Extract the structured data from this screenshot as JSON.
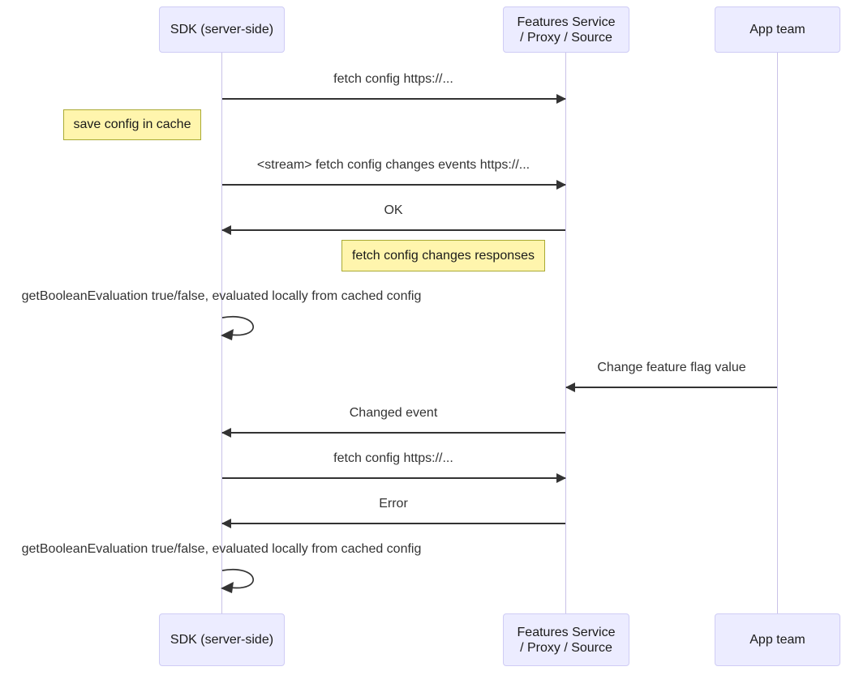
{
  "diagram_type": "sequence-diagram",
  "actors": {
    "sdk": {
      "label": "SDK (server-side)"
    },
    "features": {
      "line1": "Features Service",
      "line2": "/ Proxy / Source"
    },
    "app": {
      "label": "App team"
    }
  },
  "messages": {
    "m1": "fetch config https://...",
    "m2": "<stream> fetch config changes events https://...",
    "m3": "OK",
    "self1": "getBooleanEvaluation true/false, evaluated locally from cached config",
    "m4": "Change feature flag value",
    "m5": "Changed event",
    "m6": "fetch config https://...",
    "m7": "Error",
    "self2": "getBooleanEvaluation true/false, evaluated locally from cached config"
  },
  "notes": {
    "note1": "save config in cache",
    "note2": "fetch config changes responses"
  },
  "colors": {
    "actor_fill": "#ececff",
    "actor_border": "#cfccf5",
    "lifeline": "#c9c2e8",
    "arrow": "#333333",
    "note_fill": "#fff5ad",
    "note_border": "#aaaa33",
    "text": "#333333",
    "background": "#ffffff"
  }
}
